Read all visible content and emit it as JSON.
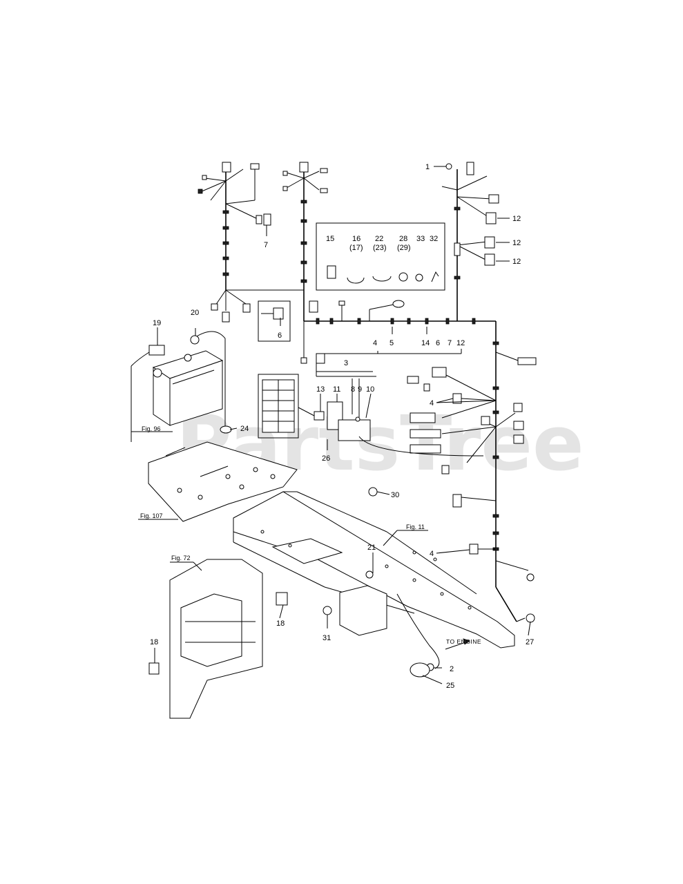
{
  "watermark": "PartsTree",
  "figure_refs": {
    "fig96": "Fig. 96",
    "fig107": "Fig. 107",
    "fig11": "Fig. 11",
    "fig72": "Fig. 72"
  },
  "note_to_engine": "TO ENGINE",
  "callouts": {
    "c1": "1",
    "c2": "2",
    "c3": "3",
    "c4a": "4",
    "c4b": "4",
    "c4c": "4",
    "c5": "5",
    "c6a": "6",
    "c6b": "6",
    "c7a": "7",
    "c7b": "7",
    "c8": "8",
    "c9": "9",
    "c10": "10",
    "c11": "11",
    "c12a": "12",
    "c12b": "12",
    "c12c": "12",
    "c12d": "12",
    "c13": "13",
    "c14": "14",
    "c15": "15",
    "c16": "16",
    "c17": "(17)",
    "c18a": "18",
    "c18b": "18",
    "c19": "19",
    "c20": "20",
    "c21": "21",
    "c22": "22",
    "c23": "(23)",
    "c24": "24",
    "c25": "25",
    "c26": "26",
    "c27": "27",
    "c28": "28",
    "c29": "(29)",
    "c30": "30",
    "c31": "31",
    "c32": "32",
    "c33": "33"
  }
}
